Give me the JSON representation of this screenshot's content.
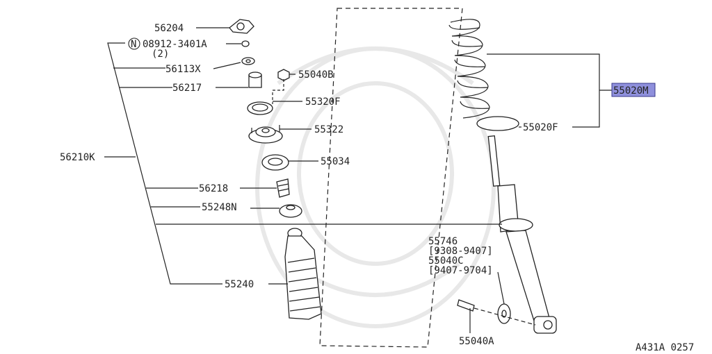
{
  "diagram_id": "A431A 0257",
  "highlight_color": "#8f90dc",
  "parts": {
    "p56204": "56204",
    "p08912": "08912-3401A",
    "p08912_prefix": "N",
    "p08912_qty": "(2)",
    "p56113x": "56113X",
    "p56217": "56217",
    "p55040b": "55040B",
    "p55320f": "55320F",
    "p55322": "55322",
    "p56210k": "56210K",
    "p55034": "55034",
    "p56218": "56218",
    "p55248n": "55248N",
    "p55240": "55240",
    "p55020m": "55020M",
    "p55020f": "55020F",
    "p55746": "55746",
    "p55746_range": "[9308-9407]",
    "p55040c": "55040C",
    "p55040c_range": "[9407-9704]",
    "p55040a": "55040A"
  }
}
